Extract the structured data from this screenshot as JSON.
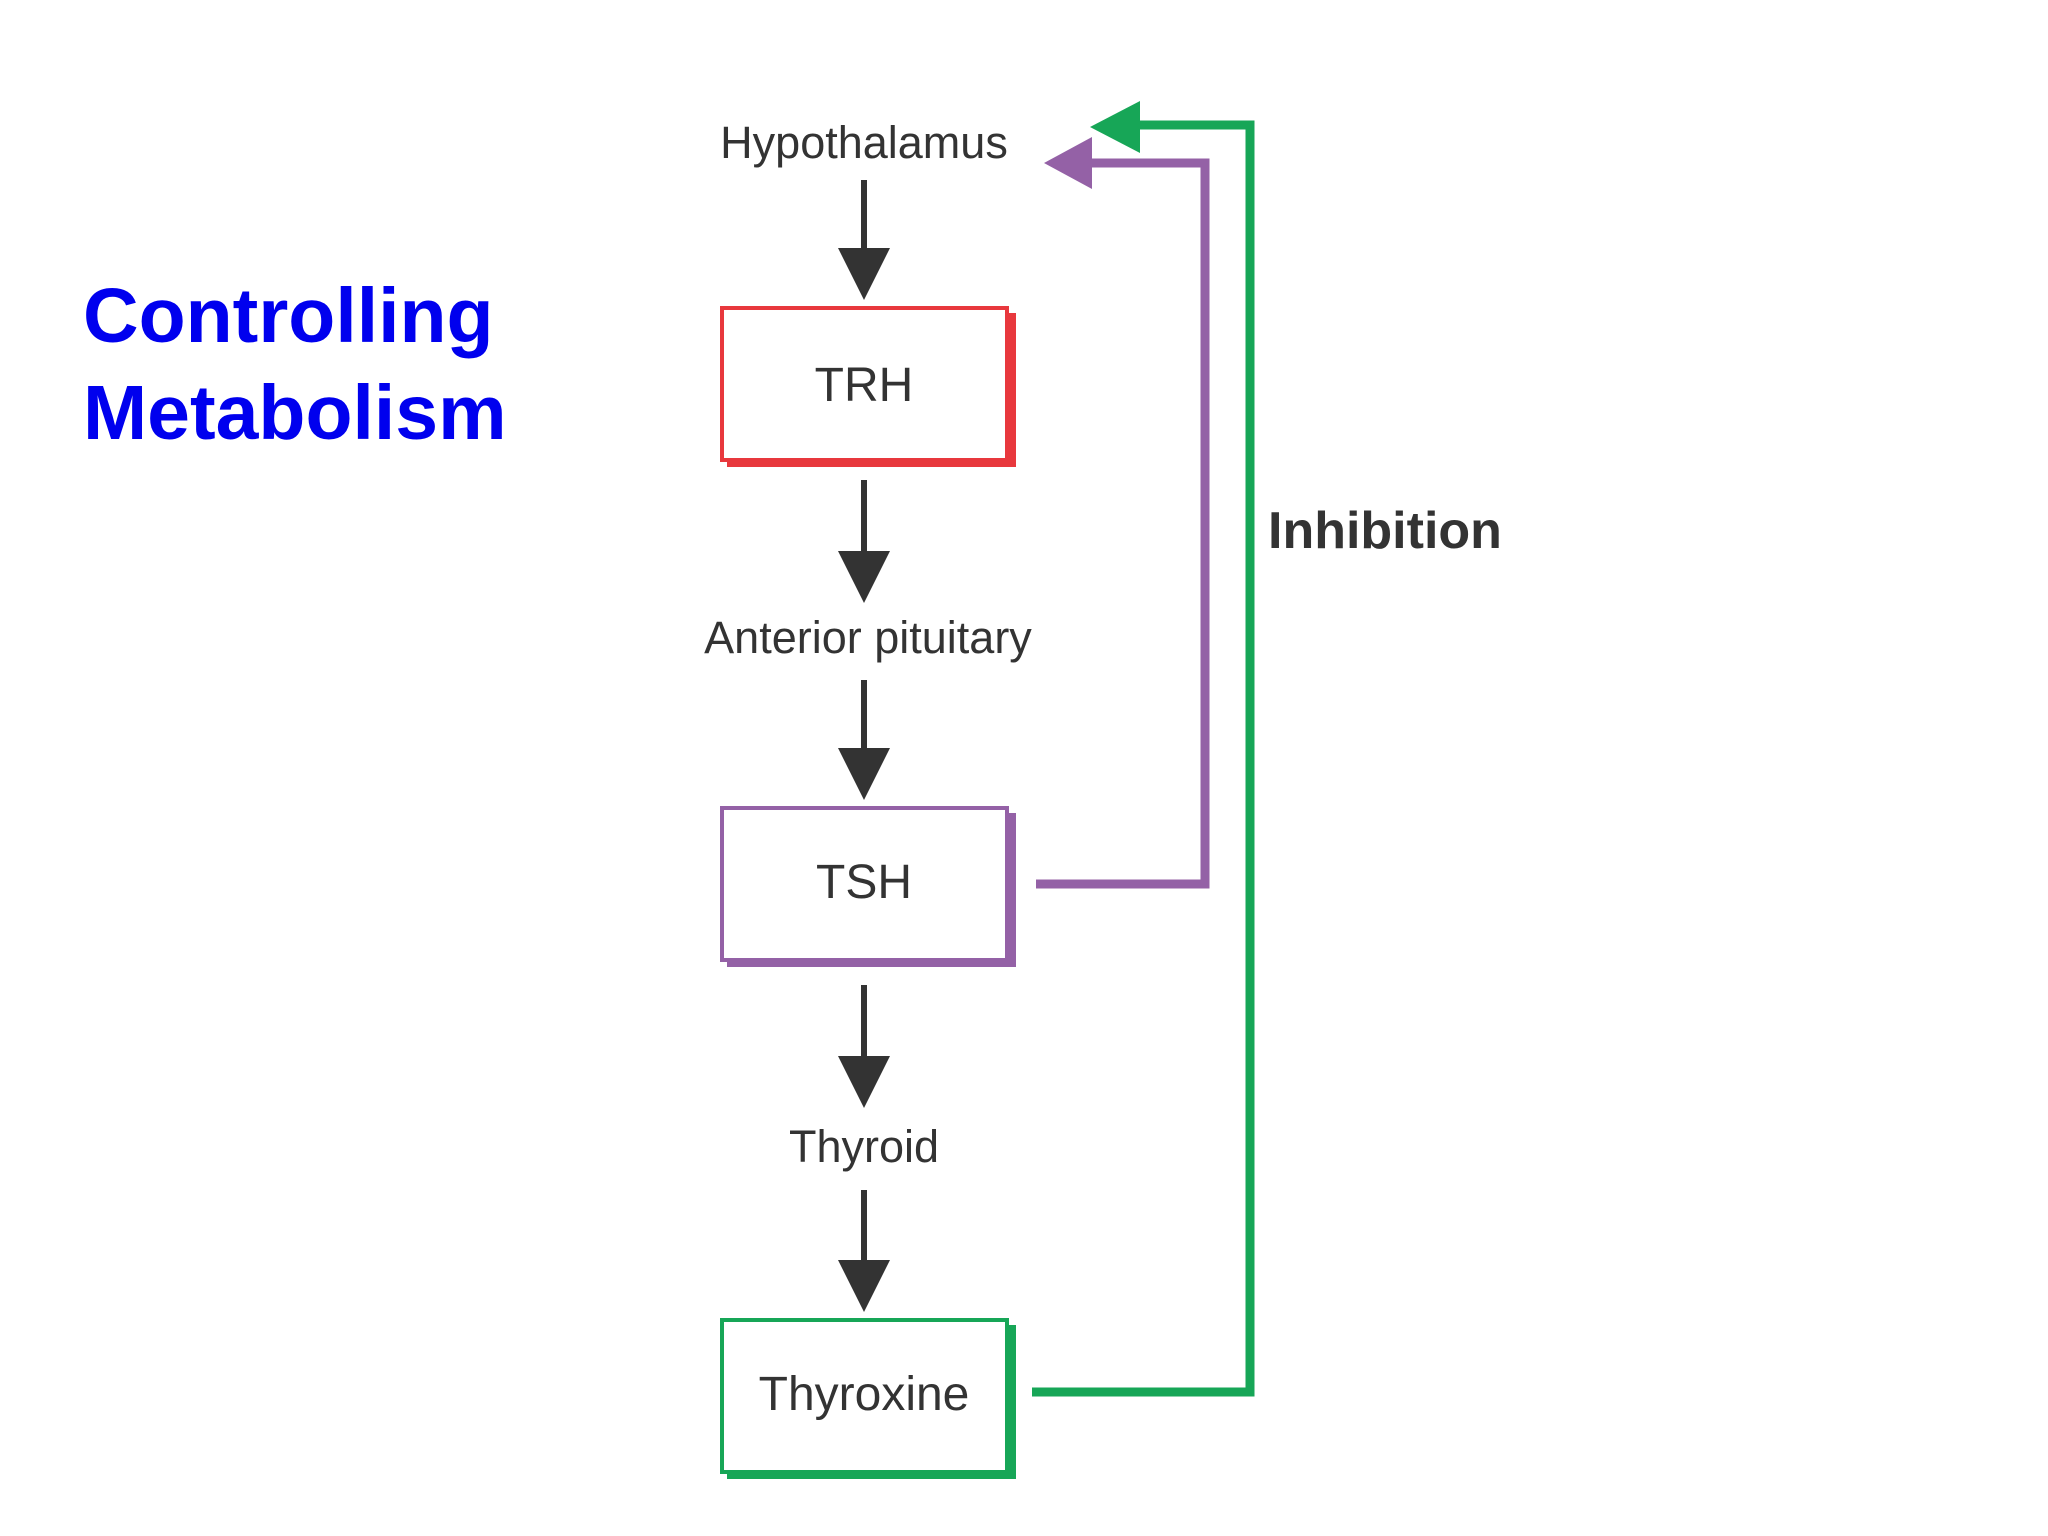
{
  "title": {
    "line1": "Controlling",
    "line2": "Metabolism"
  },
  "nodes": {
    "hypothalamus": "Hypothalamus",
    "trh": "TRH",
    "anterior_pituitary": "Anterior pituitary",
    "tsh": "TSH",
    "thyroid": "Thyroid",
    "thyroxine": "Thyroxine"
  },
  "feedback_label": "Inhibition",
  "colors": {
    "title": "#0000ee",
    "arrow": "#333333",
    "trh_box": "#e8383d",
    "tsh_box": "#9461a6",
    "thyroxine_box": "#17a657",
    "tsh_feedback": "#9461a6",
    "thyroxine_feedback": "#17a657",
    "text": "#333333"
  }
}
